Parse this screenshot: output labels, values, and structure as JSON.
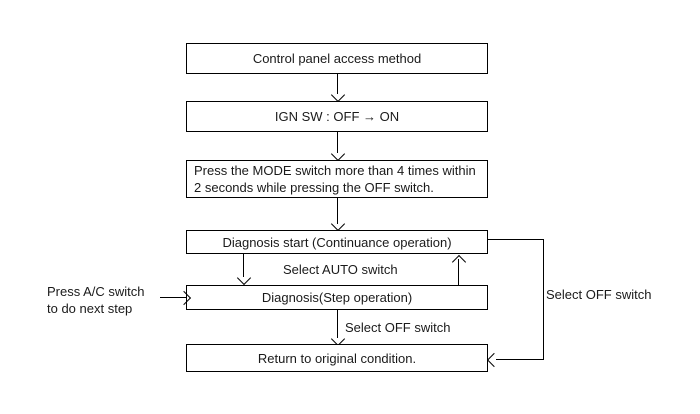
{
  "diagram": {
    "title": "Control panel access method",
    "type": "flowchart",
    "background_color": "#ffffff",
    "line_color": "#000000",
    "text_color": "#1a1a1a",
    "nodes": [
      {
        "id": "control-panel",
        "label": "Control panel access method"
      },
      {
        "id": "ign-sw",
        "label": "IGN SW : OFF → ON"
      },
      {
        "id": "mode-switch",
        "label": "Press the MODE switch more than 4 times within\n2 seconds while pressing the OFF switch."
      },
      {
        "id": "diagnosis-start",
        "label": "Diagnosis start (Continuance operation)"
      },
      {
        "id": "diagnosis-step",
        "label": "Diagnosis(Step operation)"
      },
      {
        "id": "return-original",
        "label": "Return to original condition."
      }
    ],
    "edge_labels": {
      "select_auto": "Select AUTO switch",
      "select_off_down": "Select OFF switch",
      "select_off_right": "Select OFF switch"
    },
    "notes": {
      "ac_switch": "Press A/C switch\nto do next step"
    }
  }
}
